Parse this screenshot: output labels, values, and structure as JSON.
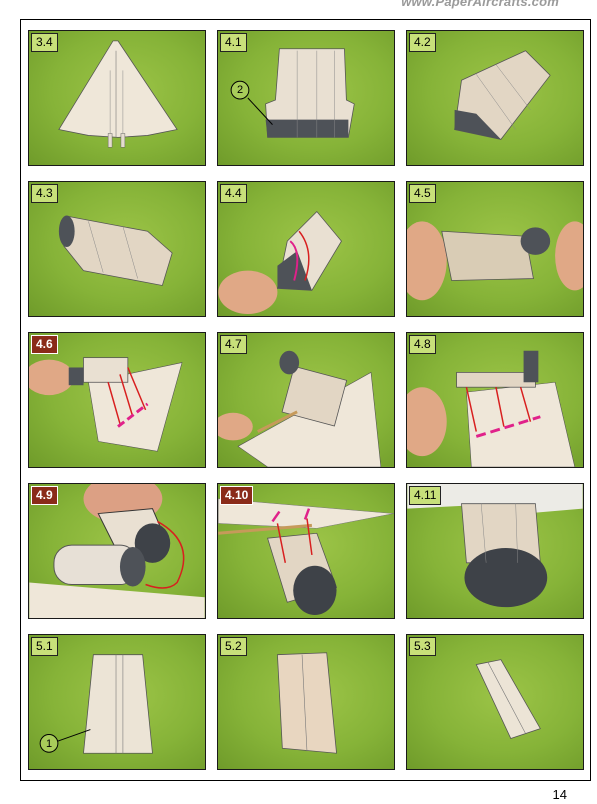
{
  "header": {
    "site": "www.PaperAircrafts.com"
  },
  "page_number": "14",
  "panels": [
    {
      "label": "3.4"
    },
    {
      "label": "4.1",
      "callout": "2"
    },
    {
      "label": "4.2"
    },
    {
      "label": "4.3"
    },
    {
      "label": "4.4"
    },
    {
      "label": "4.5"
    },
    {
      "label": "4.6"
    },
    {
      "label": "4.7"
    },
    {
      "label": "4.8"
    },
    {
      "label": "4.9"
    },
    {
      "label": "4.10"
    },
    {
      "label": "4.11"
    },
    {
      "label": "5.1",
      "callout": "1"
    },
    {
      "label": "5.2"
    },
    {
      "label": "5.3"
    }
  ]
}
